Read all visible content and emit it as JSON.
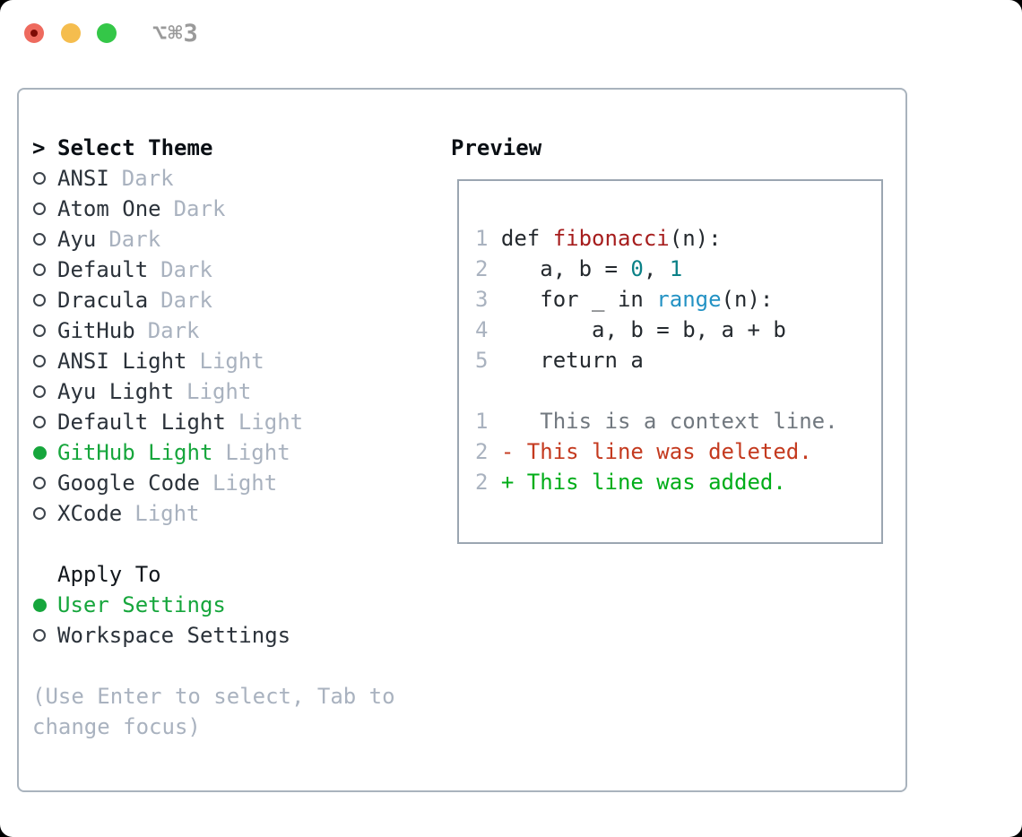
{
  "titlebar": {
    "shortcut_label": "⌥⌘3",
    "traffic_lights": [
      "close-red",
      "minimize-yellow",
      "zoom-green"
    ]
  },
  "theme_menu": {
    "prompt": ">",
    "title": "Select Theme",
    "items": [
      {
        "name": "ANSI",
        "variant": "Dark",
        "selected": false
      },
      {
        "name": "Atom One",
        "variant": "Dark",
        "selected": false
      },
      {
        "name": "Ayu",
        "variant": "Dark",
        "selected": false
      },
      {
        "name": "Default",
        "variant": "Dark",
        "selected": false
      },
      {
        "name": "Dracula",
        "variant": "Dark",
        "selected": false
      },
      {
        "name": "GitHub",
        "variant": "Dark",
        "selected": false
      },
      {
        "name": "ANSI Light",
        "variant": "Light",
        "selected": false
      },
      {
        "name": "Ayu Light",
        "variant": "Light",
        "selected": false
      },
      {
        "name": "Default Light",
        "variant": "Light",
        "selected": false
      },
      {
        "name": "GitHub Light",
        "variant": "Light",
        "selected": true
      },
      {
        "name": "Google Code",
        "variant": "Light",
        "selected": false
      },
      {
        "name": "XCode",
        "variant": "Light",
        "selected": false
      }
    ],
    "apply_to": {
      "title": "Apply To",
      "options": [
        {
          "label": "User Settings",
          "selected": true
        },
        {
          "label": "Workspace Settings",
          "selected": false
        }
      ]
    },
    "hint": {
      "line1": "(Use Enter to select, Tab to",
      "line2": "change focus)"
    }
  },
  "preview": {
    "title": "Preview",
    "code": [
      {
        "n": "1",
        "t1": " def ",
        "fn": "fibonacci",
        "t2": "(n):"
      },
      {
        "n": "2",
        "t1": "    a, b = ",
        "num1": "0",
        "t2": ", ",
        "num2": "1"
      },
      {
        "n": "3",
        "t1": "    for _ in ",
        "call": "range",
        "t2": "(n):"
      },
      {
        "n": "4",
        "t1": "        a, b = b, a + b"
      },
      {
        "n": "5",
        "t1": "    return a"
      }
    ],
    "diff": [
      {
        "n": "1",
        "kind": "context",
        "text": "    This is a context line."
      },
      {
        "n": "2",
        "kind": "deleted",
        "text": " - This line was deleted."
      },
      {
        "n": "2",
        "kind": "added",
        "text": " + This line was added."
      }
    ]
  },
  "colors": {
    "selected_green": "#16a63c",
    "added_green": "#00ad19",
    "deleted_red": "#c43a1f",
    "function_red": "#a61d1d",
    "number_teal": "#0b8187",
    "call_blue": "#2392c4",
    "muted_gray": "#a9b2bf",
    "context_gray": "#71787f",
    "panel_border": "#a9b3bd",
    "traffic_red": "#ee6a5e",
    "traffic_yellow": "#f5bd4e",
    "traffic_green": "#34c748"
  }
}
